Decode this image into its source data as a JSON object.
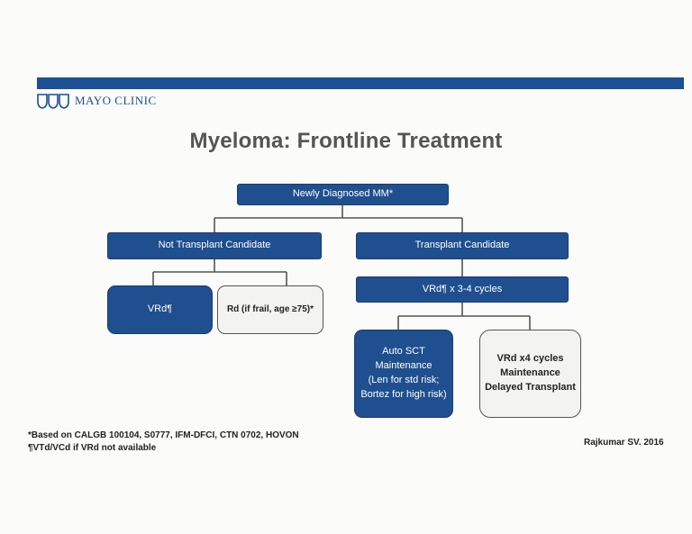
{
  "header": {
    "logo_text": "MAYO CLINIC",
    "brand_color": "#1c4f94"
  },
  "slide": {
    "title": "Myeloma: Frontline Treatment"
  },
  "flowchart": {
    "root": "Newly Diagnosed MM*",
    "not_transplant": {
      "label": "Not Transplant Candidate",
      "option_a": "VRd¶",
      "option_b": "Rd (if frail, age ≥75)*"
    },
    "transplant": {
      "label": "Transplant Candidate",
      "induction": "VRd¶ x 3-4 cycles",
      "option_a": [
        "Auto SCT",
        "Maintenance",
        "(Len for std risk;",
        "Bortez for high risk)"
      ],
      "option_b": [
        "VRd x4 cycles",
        "Maintenance",
        "Delayed Transplant"
      ]
    },
    "colors": {
      "dark_box": "#1f4f8f",
      "light_box": "#f3f3ef",
      "connector": "#555555"
    }
  },
  "footnotes": [
    "*Based on CALGB 100104, S0777, IFM-DFCI, CTN 0702, HOVON",
    "¶VTd/VCd if VRd not available"
  ],
  "credit": "Rajkumar SV. 2016"
}
